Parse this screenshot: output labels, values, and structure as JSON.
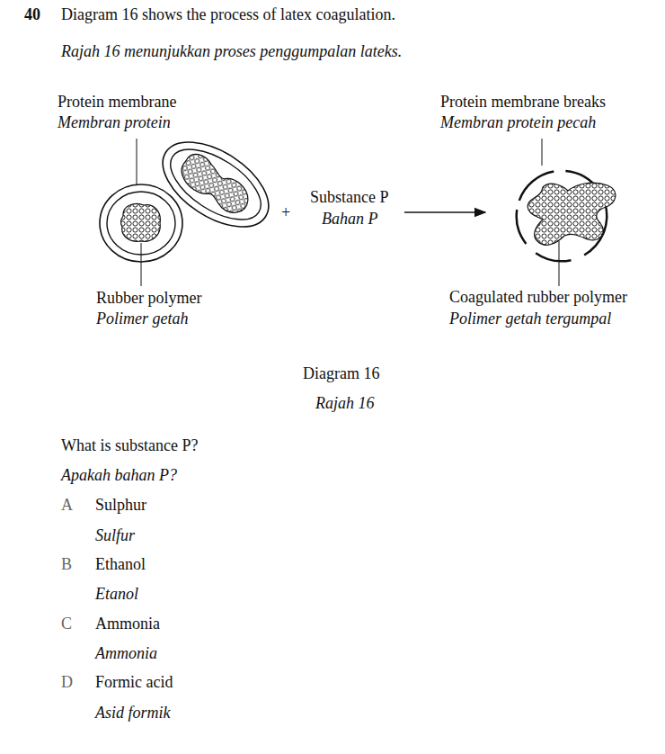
{
  "diagram": {
    "labels": [
      "40",
      "Diagram 16 shows the process of latex coagulation.",
      "Rajah 16 menunjukkan proses penggumpalan lateks.",
      "Protein membrane",
      "Membran protein",
      "Rubber polymer",
      "Polimer getah",
      "+",
      "Substance P",
      "Bahan P",
      "Protein membrane breaks",
      "Membran protein pecah",
      "Coagulated rubber polymer",
      "Polimer getah tergumpal",
      "Diagram 16",
      "Rajah 16",
      "What is substance P?",
      "Apakah bahan P?",
      "A",
      "Sulphur",
      "Sulfur",
      "B",
      "Ethanol",
      "Etanol",
      "C",
      "Ammonia",
      "Ammonia",
      "D",
      "Formic acid",
      "Asid formik"
    ]
  }
}
